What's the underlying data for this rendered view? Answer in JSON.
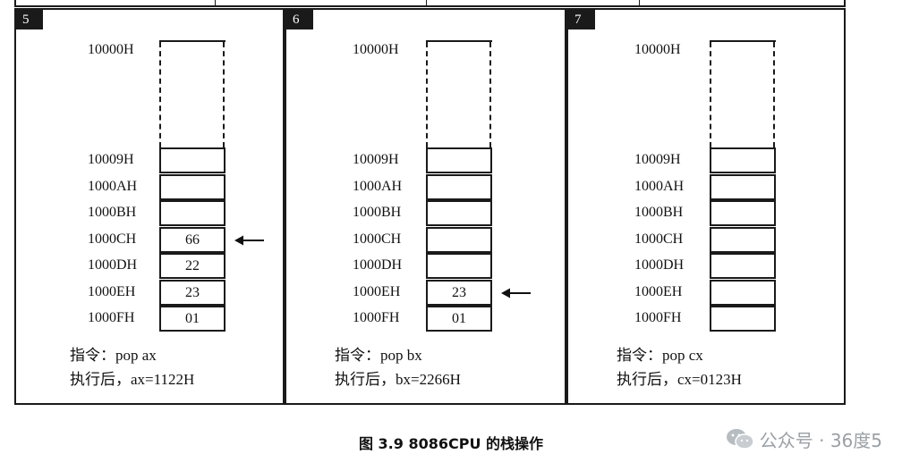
{
  "addresses": {
    "top": "10000H",
    "rows": [
      "10009H",
      "1000AH",
      "1000BH",
      "1000CH",
      "1000DH",
      "1000EH",
      "1000FH"
    ]
  },
  "panels": [
    {
      "number": "5",
      "cells": [
        "",
        "",
        "",
        "66",
        "22",
        "23",
        "01"
      ],
      "pointer_row": 3,
      "instruction": "指令：pop ax",
      "result": "执行后，ax=1122H"
    },
    {
      "number": "6",
      "cells": [
        "",
        "",
        "",
        "",
        "",
        "23",
        "01"
      ],
      "pointer_row": 5,
      "instruction": "指令：pop bx",
      "result": "执行后，bx=2266H"
    },
    {
      "number": "7",
      "cells": [
        "",
        "",
        "",
        "",
        "",
        "",
        ""
      ],
      "pointer_row": null,
      "instruction": "指令：pop cx",
      "result": "执行后，cx=0123H"
    }
  ],
  "figure_caption": "图 3.9   8086CPU 的栈操作",
  "watermark": {
    "icon": "wechat-icon",
    "text": "公众号 · 36度5",
    "color": "#9aa0a6"
  }
}
